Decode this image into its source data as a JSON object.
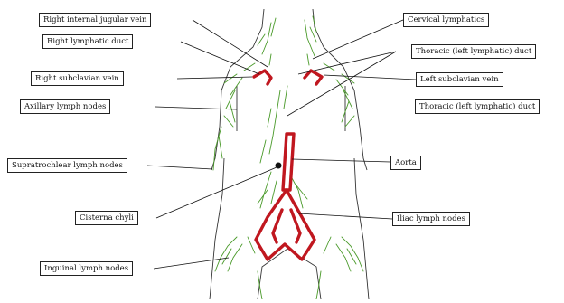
{
  "labels": {
    "right_internal_jugular_vein": "Right internal jugular vein",
    "right_lymphatic_duct": "Right lymphatic duct",
    "right_subclavian_vein": "Right subclavian vein",
    "axillary_lymph_nodes": "Axillary lymph nodes",
    "supratrochlear_lymph_nodes": "Supratrochlear lymph nodes",
    "cisterna_chyli": "Cisterna chyli",
    "inguinal_lymph_nodes": "Inguinal lymph nodes",
    "cervical_lymphatics": "Cervical lymphatics",
    "thoracic_duct_upper": "Thoracic (left lymphatic) duct",
    "left_subclavian_vein": "Left subclavian vein",
    "thoracic_duct_lower": "Thoracic (left lymphatic) duct",
    "aorta": "Aorta",
    "iliac_lymph_nodes": "Iliac lymph nodes"
  },
  "colors": {
    "lymphatics": "#4a9a2a",
    "vessels": "#c0171f",
    "outline": "#333333",
    "leader_lines": "#111111"
  }
}
